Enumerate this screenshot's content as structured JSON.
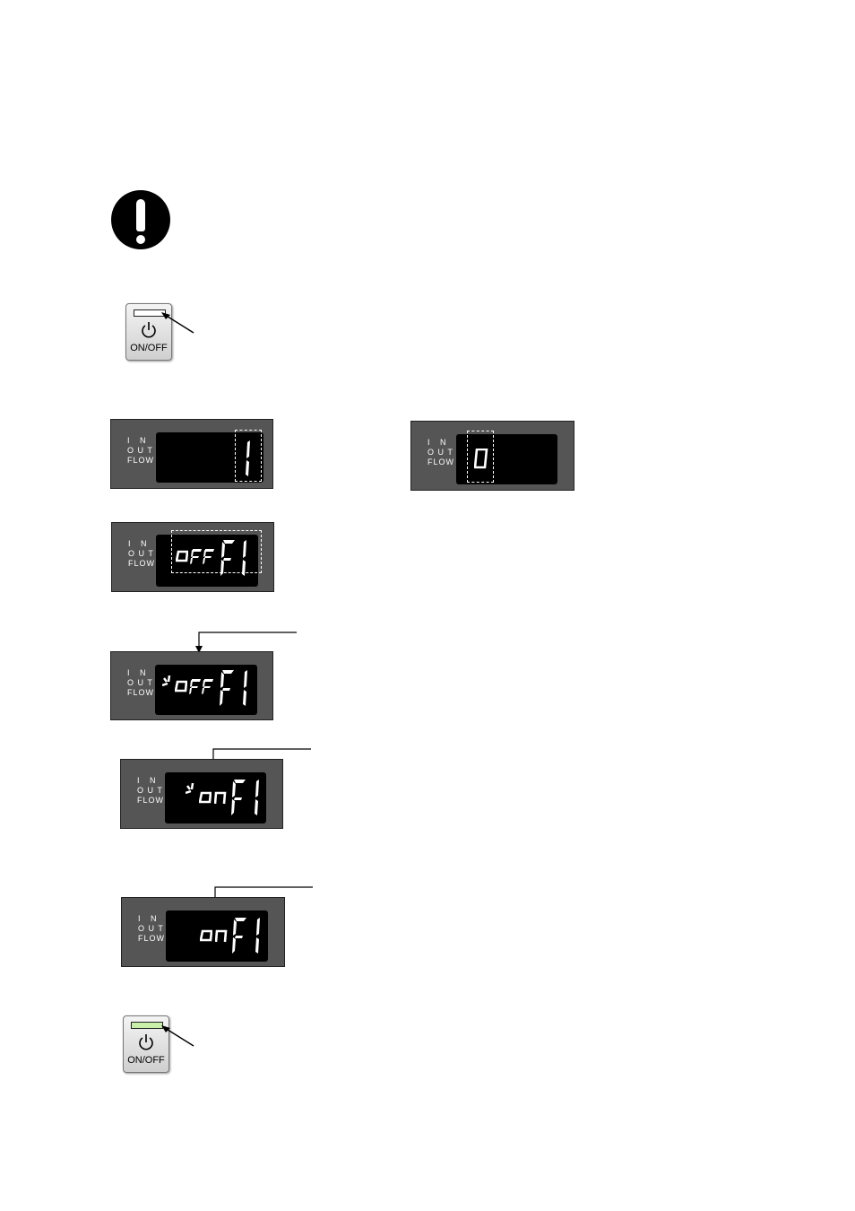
{
  "power_button": {
    "label": "ON/OFF",
    "icon": "power-icon",
    "lamp_before": "off",
    "lamp_after": "green"
  },
  "display": {
    "labels": [
      "I   N",
      "O U T",
      "FLOW"
    ],
    "steps": [
      {
        "digits": "1"
      },
      {
        "digits": "0"
      },
      {
        "digits": "oFF F1"
      },
      {
        "digits": "oFF F1",
        "blinking": "oFF"
      },
      {
        "digits": "on F1",
        "blinking": "on"
      },
      {
        "digits": "on F1"
      }
    ]
  },
  "colors": {
    "panel": "#555555",
    "lcd": "#000000",
    "segment": "#ffffff",
    "lamp_lit": "#c8f0a8"
  }
}
